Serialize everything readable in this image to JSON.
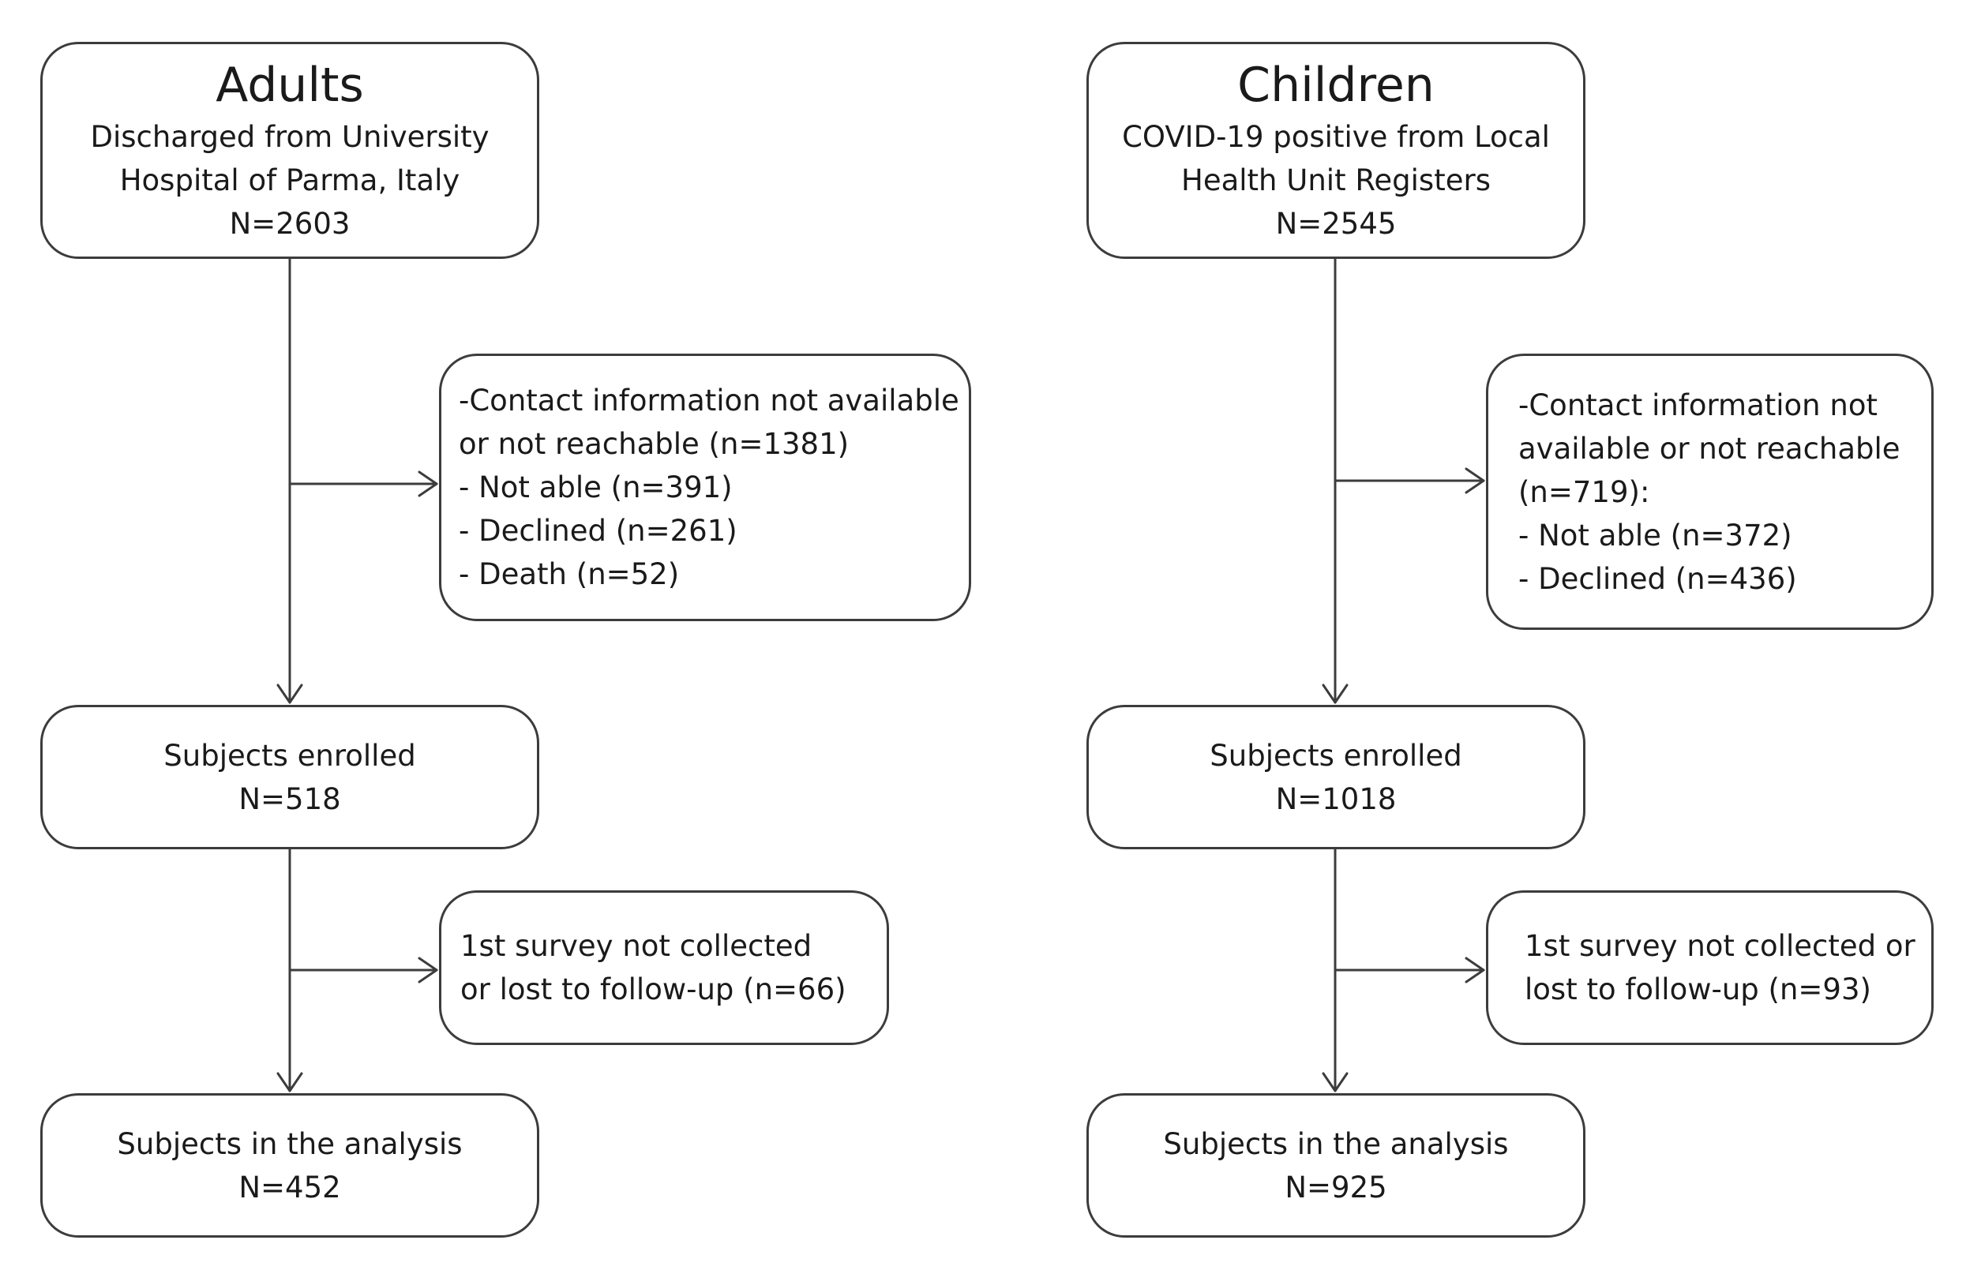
{
  "adults": {
    "source": {
      "heading": "Adults",
      "lines": [
        "Discharged from University",
        "Hospital of Parma, Italy",
        "N=2603"
      ]
    },
    "exclusions": {
      "lines": [
        "-Contact information not available",
        "or not reachable (n=1381)",
        "- Not able (n=391)",
        "- Declined (n=261)",
        "- Death (n=52)"
      ]
    },
    "enrolled": {
      "lines": [
        "Subjects enrolled",
        "N=518"
      ]
    },
    "lost": {
      "lines": [
        "1st survey not collected",
        "or lost to follow-up (n=66)"
      ]
    },
    "analysis": {
      "lines": [
        "Subjects in the analysis",
        "N=452"
      ]
    }
  },
  "children": {
    "source": {
      "heading": "Children",
      "lines": [
        "COVID-19 positive from Local",
        "Health Unit Registers",
        "N=2545"
      ]
    },
    "exclusions": {
      "lines": [
        "-Contact information not",
        "available or not reachable",
        "(n=719):",
        "- Not able (n=372)",
        "- Declined  (n=436)"
      ]
    },
    "enrolled": {
      "lines": [
        "Subjects enrolled",
        "N=1018"
      ]
    },
    "lost": {
      "lines": [
        "1st survey not collected or",
        "lost to follow-up (n=93)"
      ]
    },
    "analysis": {
      "lines": [
        "Subjects in the analysis",
        "N=925"
      ]
    }
  },
  "colors": {
    "stroke": "#3c3c3c",
    "text": "#1a1a1a",
    "background": "#ffffff"
  }
}
